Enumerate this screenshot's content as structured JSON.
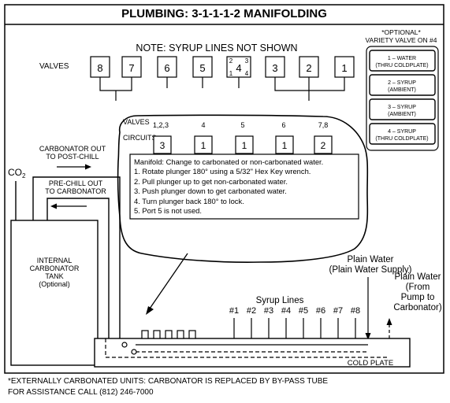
{
  "title": "PLUMBING: 3-1-1-1-2 MANIFOLDING",
  "note": "NOTE: SYRUP LINES NOT SHOWN",
  "optional_box": {
    "line1": "*OPTIONAL*",
    "line2": "VARIETY VALVE ON #4",
    "items": [
      {
        "line1": "1 – WATER",
        "line2": "(THRU COLDPLATE)"
      },
      {
        "line1": "2 – SYRUP",
        "line2": "(AMBIENT)"
      },
      {
        "line1": "3 – SYRUP",
        "line2": "(AMBIENT)"
      },
      {
        "line1": "4 – SYRUP",
        "line2": "(THRU COLDPLATE)"
      }
    ]
  },
  "valves_label": "VALVES",
  "valves": [
    "8",
    "7",
    "6",
    "5",
    "4",
    "3",
    "2",
    "1"
  ],
  "valve4_small": [
    "2",
    "3",
    "1",
    "4"
  ],
  "manifold": {
    "valves_label": "VALVES",
    "circuits_label": "CIRCUITS",
    "valve_groups": [
      "1,2,3",
      "4",
      "5",
      "6",
      "7,8"
    ],
    "circuits": [
      "3",
      "1",
      "1",
      "1",
      "2"
    ]
  },
  "instructions": [
    "Manifold: Change to carbonated or non-carbonated water.",
    "1. Rotate plunger 180° using a 5/32\" Hex Key wrench.",
    "2. Pull plunger up to get non-carbonated water.",
    "3. Push plunger down to get carbonated water.",
    "4. Turn plunger back 180° to lock.",
    "5. Port 5 is not used."
  ],
  "carbonator_out": [
    "CARBONATOR OUT",
    "TO POST-CHILL"
  ],
  "prechill_out": [
    "PRE-CHILL OUT",
    "TO CARBONATOR"
  ],
  "co2": {
    "base": "CO",
    "sub": "2"
  },
  "tank": [
    "INTERNAL",
    "CARBONATOR",
    "TANK",
    "(Optional)"
  ],
  "plain_water_supply": [
    "Plain Water",
    "(Plain Water Supply)"
  ],
  "plain_water_pump": [
    "Plain Water",
    "(From",
    "Pump to",
    "Carbonator)"
  ],
  "syrup_lines_label": "Syrup Lines",
  "syrup_lines": [
    "#1",
    "#2",
    "#3",
    "#4",
    "#5",
    "#6",
    "#7",
    "#8"
  ],
  "cold_plate": "COLD PLATE",
  "footer": [
    "*EXTERNALLY CARBONATED UNITS: CARBONATOR IS REPLACED BY BY-PASS TUBE",
    "FOR ASSISTANCE CALL (812) 246-7000"
  ]
}
